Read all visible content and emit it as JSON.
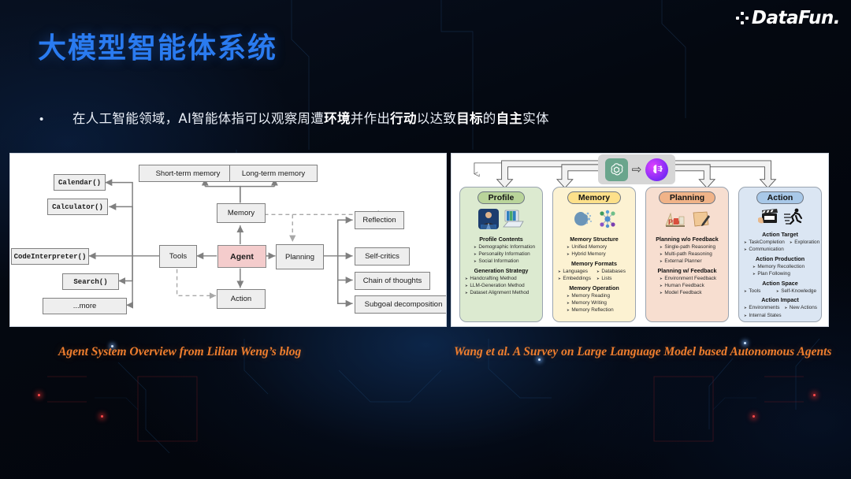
{
  "brand": {
    "name": "DataFun.",
    "logo_icon": "datafun-logo-icon"
  },
  "slide": {
    "title": "大模型智能体系统",
    "title_color": "#2a7bf0",
    "accent_color": "#ef7e2e",
    "bullet": {
      "marker": "•",
      "segments": [
        {
          "text": "在人工智能领域，AI智能体指可以观察周遭",
          "bold": false
        },
        {
          "text": "环境",
          "bold": true
        },
        {
          "text": "并作出",
          "bold": false
        },
        {
          "text": "行动",
          "bold": true
        },
        {
          "text": "以达致",
          "bold": false
        },
        {
          "text": "目标",
          "bold": true
        },
        {
          "text": "的",
          "bold": false
        },
        {
          "text": "自主",
          "bold": true
        },
        {
          "text": "实体",
          "bold": false
        }
      ]
    }
  },
  "figure_left": {
    "caption": "Agent System Overview from Lilian Weng’s blog",
    "nodes": {
      "short_term_memory": "Short-term memory",
      "long_term_memory": "Long-term memory",
      "memory": "Memory",
      "agent": "Agent",
      "planning": "Planning",
      "action": "Action",
      "tools": "Tools",
      "calendar": "Calendar()",
      "calculator": "Calculator()",
      "code_interpreter": "CodeInterpreter()",
      "search": "Search()",
      "more": "...more",
      "reflection": "Reflection",
      "self_critics": "Self-critics",
      "chain_of_thoughts": "Chain of thoughts",
      "subgoal_decomposition": "Subgoal decomposition"
    },
    "agent_color": "#f4cccc"
  },
  "figure_right": {
    "caption": "Wang et al. A Survey on Large Language Model based Autonomous Agents",
    "llm": {
      "openai_icon": "openai-logo-icon",
      "arrow_icon": "arrow-right-icon",
      "brain_icon": "ai-brain-icon"
    },
    "panels": [
      {
        "title": "Profile",
        "color": "#dcead0",
        "chip_color": "#b9d49a",
        "icons": [
          "businessman-photo-icon",
          "binder-laptop-icon"
        ],
        "groups": [
          {
            "heading": "Profile Contents",
            "items": [
              "Demographic  Information",
              "Personality Information",
              "Social Information"
            ],
            "layout": "indent"
          },
          {
            "heading": "Generation Strategy",
            "items": [
              "Handcrafting Method",
              "LLM-Generation Method",
              "Dataset  Alignment Method"
            ],
            "layout": "flush"
          }
        ]
      },
      {
        "title": "Memory",
        "color": "#fcf2d2",
        "chip_color": "#fde08a",
        "icons": [
          "brain-particles-icon",
          "network-nodes-icon"
        ],
        "groups": [
          {
            "heading": "Memory Structure",
            "items": [
              "Unified Memory",
              "Hybrid Memory"
            ],
            "layout": "indent"
          },
          {
            "heading": "Memory Formats",
            "items": [
              "Languages",
              "Databases",
              "Embeddings",
              "Lists"
            ],
            "layout": "two-col"
          },
          {
            "heading": "Memory Operation",
            "items": [
              "Memory Reading",
              "Memory Writing",
              "Memory Reflection"
            ],
            "layout": "indent"
          }
        ]
      },
      {
        "title": "Planning",
        "color": "#f7ded0",
        "chip_color": "#f0b388",
        "icons": [
          "plan-blocks-icon",
          "paper-pencil-icon"
        ],
        "groups": [
          {
            "heading": "Planning w/o Feedback",
            "items": [
              "Single-path Reasoning",
              "Multi-path Reasoning",
              "External Planner"
            ],
            "layout": "indent"
          },
          {
            "heading": "Planning w/ Feedback",
            "items": [
              "Environment Feedback",
              "Human Feedback",
              "Model Feedback"
            ],
            "layout": "indent"
          }
        ]
      },
      {
        "title": "Action",
        "color": "#dbe6f3",
        "chip_color": "#a8c8e8",
        "icons": [
          "clapperboard-icon",
          "running-person-icon"
        ],
        "groups": [
          {
            "heading": "Action Target",
            "items": [
              "TaskCompletion",
              "Exploration",
              "Communication"
            ],
            "layout": "two-col-wrap"
          },
          {
            "heading": "Action Production",
            "items": [
              "Memory Recollection",
              "Plan Following"
            ],
            "layout": "indent"
          },
          {
            "heading": "Action Space",
            "items": [
              "Tools",
              "Self-Knowledge"
            ],
            "layout": "two-col"
          },
          {
            "heading": "Action Impact",
            "items": [
              "Environments",
              "New Actions",
              "Internal States"
            ],
            "layout": "two-col-wrap"
          }
        ]
      }
    ]
  }
}
